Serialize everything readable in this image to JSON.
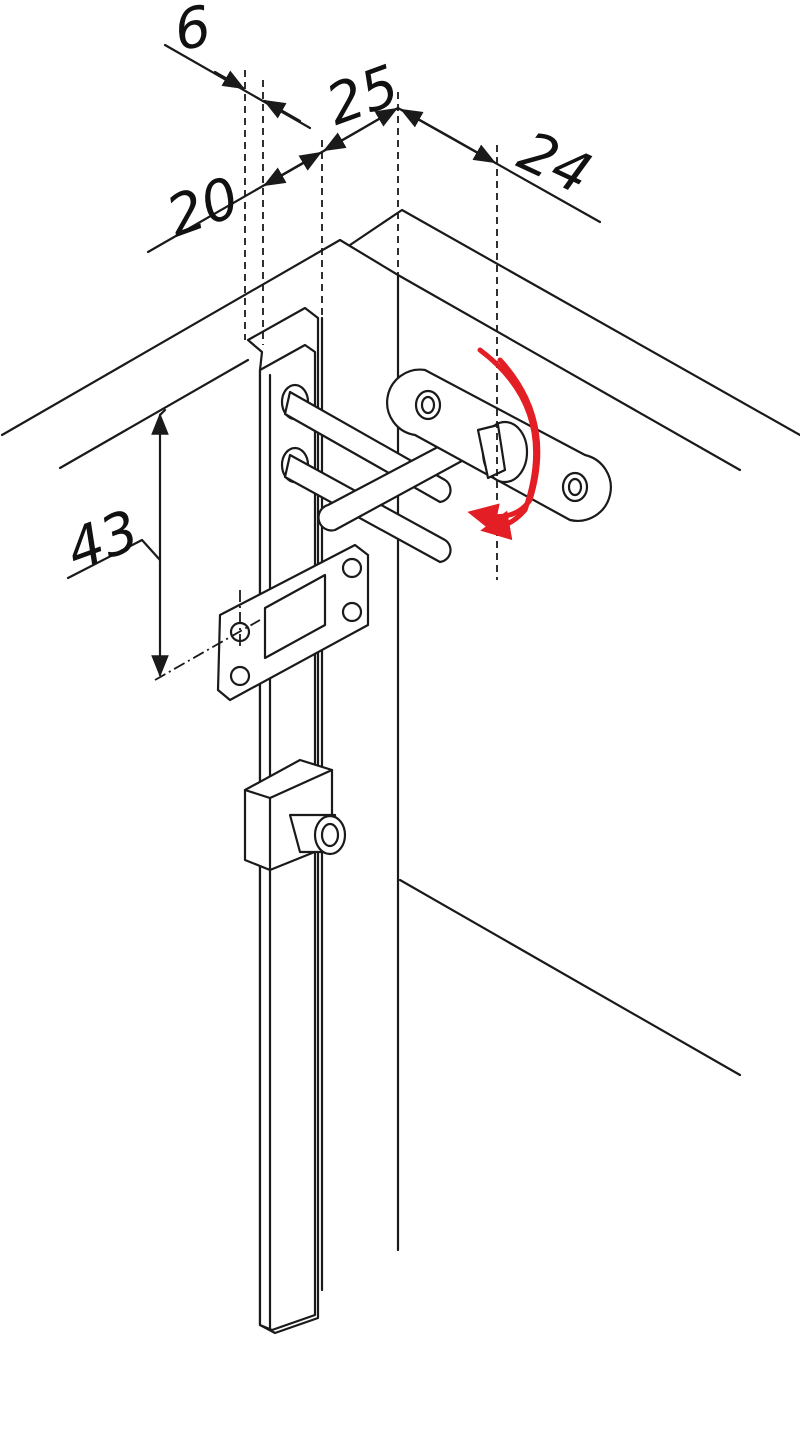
{
  "diagram": {
    "dimensions": {
      "d6": "6",
      "d20": "20",
      "d25": "25",
      "d24": "24",
      "d43": "43"
    },
    "colors": {
      "line": "#1a1a1a",
      "rotation_arrow": "#e31e24"
    }
  }
}
